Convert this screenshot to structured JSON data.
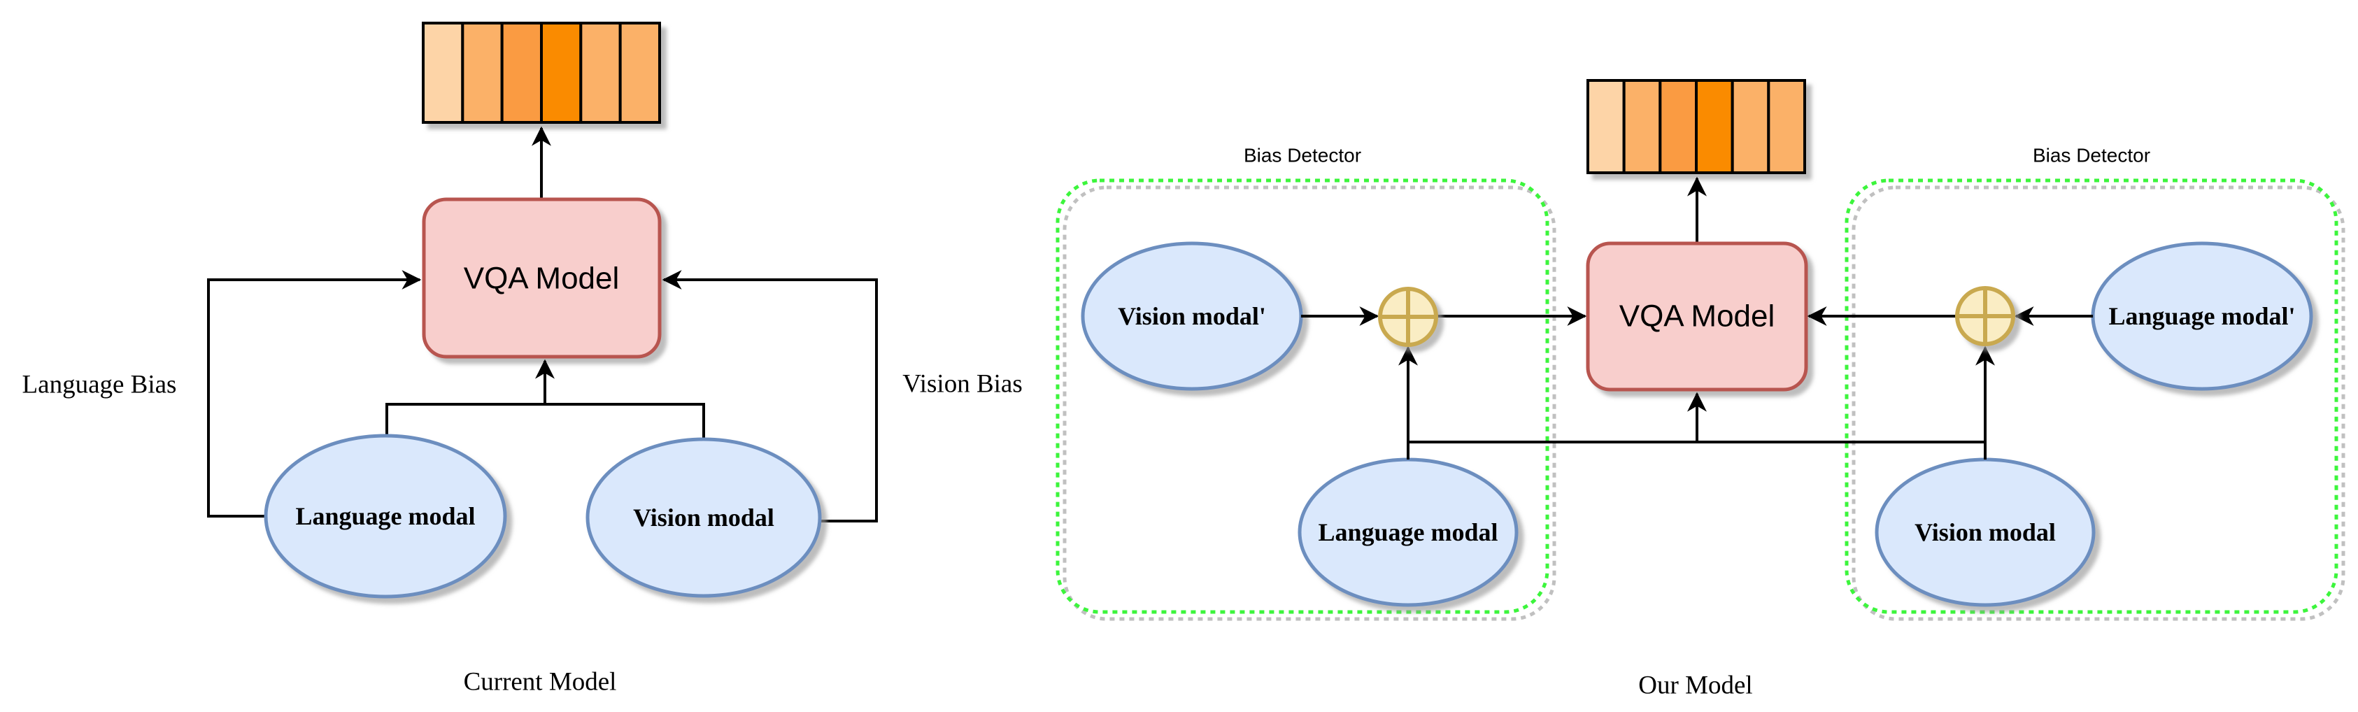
{
  "figure": {
    "left_diagram": {
      "caption": "Current Model",
      "vqa_label": "VQA Model",
      "language_bias_label": "Language Bias",
      "vision_bias_label": "Vision Bias",
      "language_modal_label": "Language modal",
      "vision_modal_label": "Vision modal"
    },
    "right_diagram": {
      "caption": "Our Model",
      "vqa_label": "VQA Model",
      "bias_detector_left_label": "Bias Detector",
      "bias_detector_right_label": "Bias Detector",
      "vision_modal_prime_label": "Vision modal'",
      "language_modal_label": "Language modal",
      "language_modal_prime_label": "Language modal'",
      "vision_modal_label": "Vision modal",
      "combiner_icon": "circled-plus"
    }
  },
  "colors": {
    "ellipse_fill": "#dae8fc",
    "ellipse_stroke": "#6c8ebf",
    "vqa_fill": "#f8cecc",
    "vqa_stroke": "#b85450",
    "combiner_fill": "#faedc4",
    "combiner_stroke": "#c9a94f",
    "detector_border_green": "#3cf53c",
    "detector_border_shadow": "#c0c0c0",
    "line_black": "#000000",
    "shadow_gray": "#999999"
  },
  "chart_data": [
    {
      "type": "bar",
      "description": "answer distribution histogram above Current Model VQA output; six equal-height bars, color intensity encodes weight",
      "bars": 6,
      "equal_height": true,
      "bar_colors": [
        "#fdd4a7",
        "#fbb168",
        "#fa9b42",
        "#fa8b05",
        "#fbb168",
        "#fbb168"
      ],
      "values": [
        0.33,
        0.6,
        0.8,
        1.0,
        0.6,
        0.6
      ],
      "title": "",
      "xlabel": "",
      "ylabel": ""
    },
    {
      "type": "bar",
      "description": "answer distribution histogram above Our Model VQA output; six equal-height bars, color intensity encodes weight",
      "bars": 6,
      "equal_height": true,
      "bar_colors": [
        "#fdd4a7",
        "#fbb168",
        "#fa9b42",
        "#fa8b05",
        "#fbb168",
        "#fbb168"
      ],
      "values": [
        0.33,
        0.6,
        0.8,
        1.0,
        0.6,
        0.6
      ],
      "title": "",
      "xlabel": "",
      "ylabel": ""
    }
  ]
}
